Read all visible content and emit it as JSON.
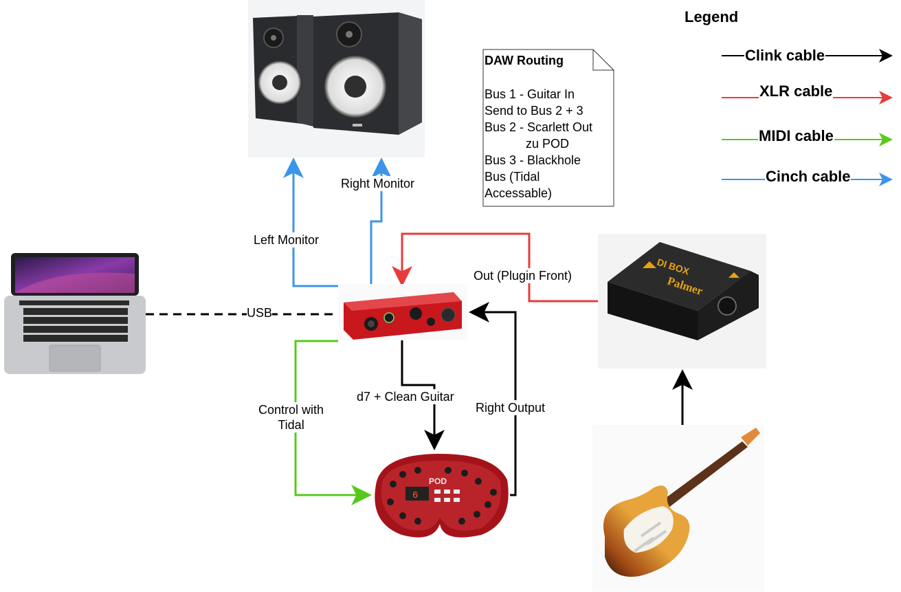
{
  "legend": {
    "title": "Legend",
    "items": [
      {
        "label": "Clink cable",
        "color": "#000000"
      },
      {
        "label": "XLR cable",
        "color": "#e83b3b"
      },
      {
        "label": "MIDI cable",
        "color": "#58c91c"
      },
      {
        "label": "Cinch cable",
        "color": "#3b95e8"
      }
    ]
  },
  "note": {
    "title": "DAW Routing",
    "lines": [
      "Bus 1 - Guitar In",
      "Send to Bus 2 + 3",
      "Bus 2 - Scarlett Out",
      "            zu POD",
      "Bus 3 - Blackhole",
      "Bus (Tidal",
      "Accessable)"
    ]
  },
  "edges": {
    "left_monitor": "Left Monitor",
    "right_monitor": "Right Monitor",
    "usb": "USB",
    "out_plugin_front": "Out (Plugin Front)",
    "control_with_tidal": "Control with\nTidal",
    "d7_clean_guitar": "d7 + Clean Guitar",
    "right_output": "Right Output"
  },
  "devices": {
    "pod_screen": "6",
    "pod_logo": "POD",
    "di_box_brand": "Palmer",
    "di_box_title": "DI BOX"
  }
}
